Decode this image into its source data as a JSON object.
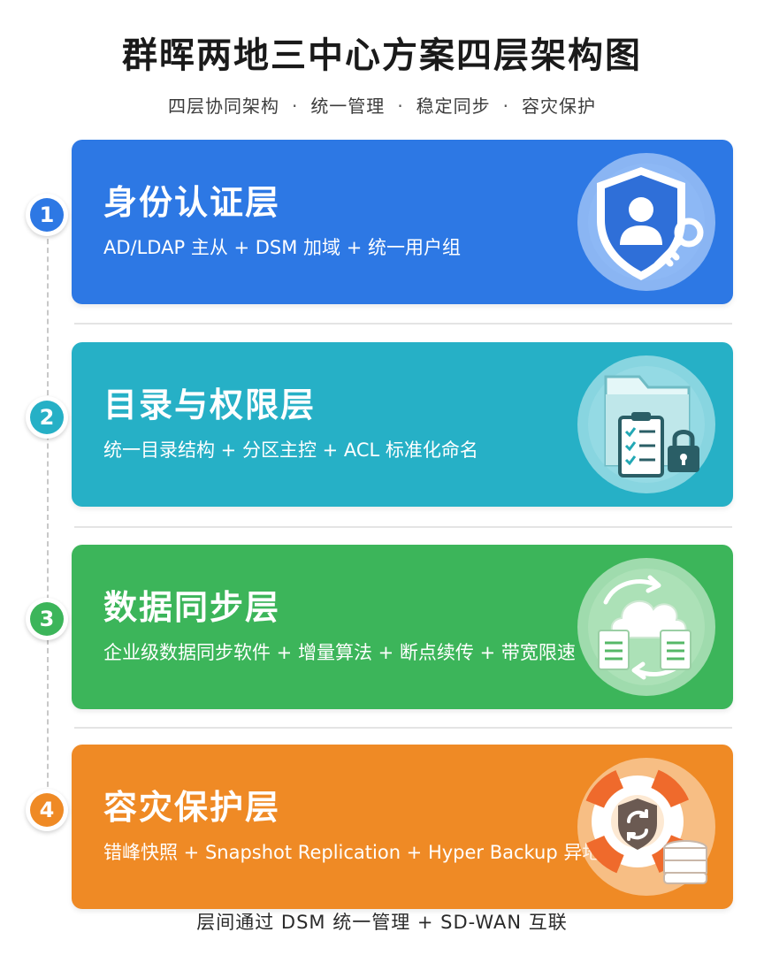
{
  "title": "群晖两地三中心方案四层架构图",
  "subtitle": {
    "items": [
      "四层协同架构",
      "统一管理",
      "稳定同步",
      "容灾保护"
    ],
    "separator": "·"
  },
  "layers": [
    {
      "number": "1",
      "title": "身份认证层",
      "description": "AD/LDAP 主从 + DSM 加域 + 统一用户组",
      "icon": "shield-user-key-icon",
      "color": "#2d78e4"
    },
    {
      "number": "2",
      "title": "目录与权限层",
      "description": "统一目录结构 + 分区主控 + ACL 标准化命名",
      "icon": "folder-checklist-lock-icon",
      "color": "#26b0c6"
    },
    {
      "number": "3",
      "title": "数据同步层",
      "description": "企业级数据同步软件 + 增量算法 + 断点续传 + 带宽限速",
      "icon": "cloud-sync-documents-icon",
      "color": "#3cb55a"
    },
    {
      "number": "4",
      "title": "容灾保护层",
      "description": "错峰快照 + Snapshot Replication + Hyper Backup 异地",
      "icon": "lifebuoy-shield-database-icon",
      "color": "#ef8a25"
    }
  ],
  "footer": "层间通过 DSM 统一管理 + SD-WAN 互联"
}
